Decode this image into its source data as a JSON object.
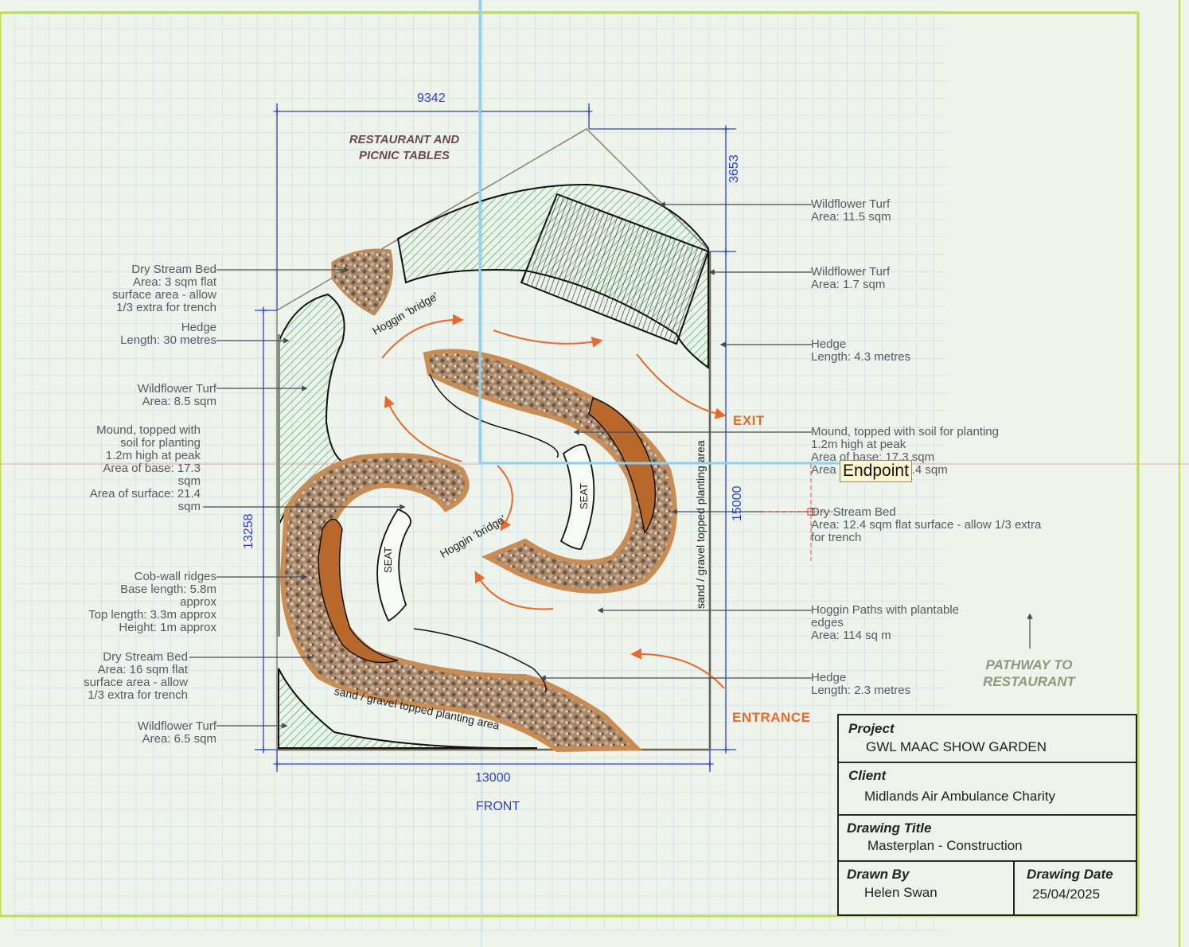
{
  "dimensions": {
    "top_width": "9342",
    "right_top": "3653",
    "left_height": "13258",
    "right_height": "15000",
    "bottom_width": "13000",
    "front_label": "FRONT"
  },
  "headings": {
    "restaurant": "RESTAURANT AND PICNIC TABLES",
    "exit": "EXIT",
    "entrance": "ENTRANCE",
    "pathway": "PATHWAY TO RESTAURANT"
  },
  "plan_text": {
    "bridge_top": "Hoggin 'bridge'",
    "bridge_mid": "Hoggin 'bridge'",
    "seat_right": "SEAT",
    "seat_left": "SEAT",
    "sand_bottom": "sand / gravel topped planting area",
    "sand_right": "sand / gravel topped planting area"
  },
  "left_labels": [
    {
      "id": "dry-stream-bed-top",
      "text": "Dry Stream Bed\nArea: 3 sqm flat\nsurface area - allow\n1/3 extra for trench"
    },
    {
      "id": "hedge-30",
      "text": "Hedge\nLength: 30 metres"
    },
    {
      "id": "wildflower-8-5",
      "text": "Wildflower Turf\nArea: 8.5 sqm"
    },
    {
      "id": "mound-left",
      "text": "Mound, topped with\nsoil for planting\n1.2m high at peak\nArea of base: 17.3\nsqm\nArea of surface: 21.4\nsqm"
    },
    {
      "id": "cob-wall",
      "text": "Cob-wall ridges\nBase length: 5.8m\napprox\nTop length: 3.3m approx\nHeight: 1m approx"
    },
    {
      "id": "dry-stream-bed-16",
      "text": "Dry Stream Bed\nArea: 16 sqm flat\nsurface area - allow\n1/3 extra for trench"
    },
    {
      "id": "wildflower-6-5",
      "text": "Wildflower Turf\nArea: 6.5 sqm"
    }
  ],
  "right_labels": [
    {
      "id": "wildflower-11-5",
      "text": "Wildflower Turf\nArea: 11.5 sqm"
    },
    {
      "id": "wildflower-1-7",
      "text": "Wildflower Turf\nArea: 1.7 sqm"
    },
    {
      "id": "hedge-4-3",
      "text": "Hedge\nLength: 4.3 metres"
    },
    {
      "id": "mound-right",
      "text": "Mound, topped with soil for planting\n1.2m high at peak\nArea of base: 17.3 sqm\nArea of surface: 21.4 sqm"
    },
    {
      "id": "dry-stream-bed-12-4",
      "text": "Dry Stream Bed\nArea: 12.4 sqm flat surface - allow 1/3 extra\nfor trench"
    },
    {
      "id": "hoggin-paths",
      "text": "Hoggin Paths with plantable\nedges\nArea: 114 sq m"
    },
    {
      "id": "hedge-2-3",
      "text": "Hedge\nLength: 2.3 metres"
    }
  ],
  "tooltip": "Endpoint",
  "title_block": {
    "project_label": "Project",
    "project_value": "GWL MAAC SHOW GARDEN",
    "client_label": "Client",
    "client_value": "Midlands Air Ambulance Charity",
    "drawing_title_label": "Drawing Title",
    "drawing_title_value": "Masterplan - Construction",
    "drawn_by_label": "Drawn By",
    "drawn_by_value": "Helen Swan",
    "drawing_date_label": "Drawing Date",
    "drawing_date_value": "25/04/2025"
  },
  "colors": {
    "background": "#eef3ec",
    "grid": "#c2d9e6",
    "sheet_border": "#b7e04a",
    "dimension": "#2a3fd6",
    "orange": "#e8692a",
    "wildflower": "#3fae5a",
    "gravel": "#b58a62",
    "mound": "#b8682a",
    "selection": "#8fd0ea"
  }
}
